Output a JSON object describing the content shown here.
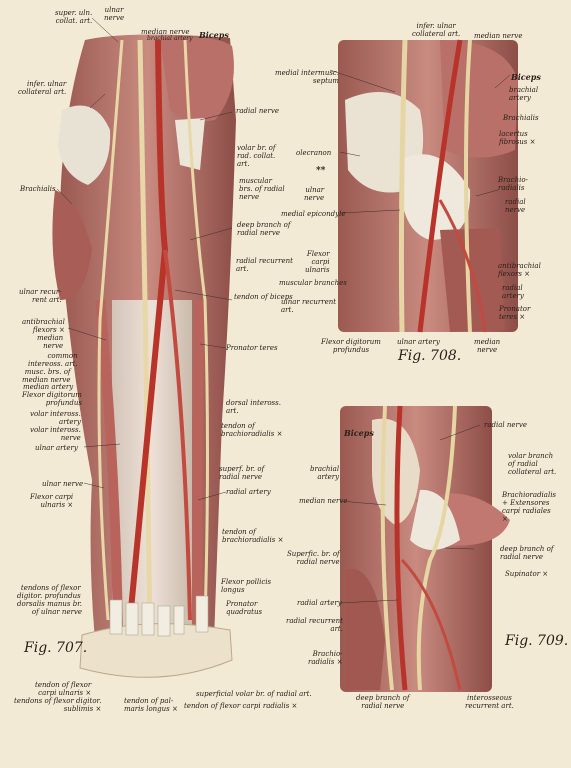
{
  "figures": [
    {
      "id": "707",
      "caption": "Fig. 707."
    },
    {
      "id": "708",
      "caption": "Fig. 708."
    },
    {
      "id": "709",
      "caption": "Fig. 709."
    }
  ],
  "fig707": {
    "labels": [
      "super. uln.\ncollat. art.",
      "ulnar\nnerve",
      "median nerve",
      "brachial artery",
      "Biceps",
      "infer. ulnar\ncollateral art.",
      "radial nerve",
      "volar br. of\nrad. collat.\nart.",
      "muscular\nbrs. of radial\nnerve",
      "Brachialis",
      "deep branch of\nradial nerve",
      "radial recurrent\nart.",
      "tendon of biceps",
      "ulnar recur-\nrent art.",
      "antibrachial\nflexors ×",
      "median\nnerve",
      "common\nintereoss. art.",
      "musc. brs. of\nmedian nerve",
      "median artery",
      "Flexor digitorum\nprofundus",
      "Pronator teres",
      "volar inteross.\nartery",
      "volar inteross.\nnerve",
      "ulnar artery",
      "dorsal inteross.\nart.",
      "tendon of\nbrachioradialis ×",
      "superf. br. of\nradial nerve",
      "ulnar nerve",
      "Flexor carpi\nulnaris ×",
      "radial artery",
      "tendon of\nbrachioradialis ×",
      "tendons of flexor\ndigitor. profundus",
      "dorsalis manus br.\nof ulnar nerve",
      "Flexor pollicis\nlongus",
      "Pronator\nquadratus",
      "tendon of flexor\ncarpi ulnaris ×",
      "tendons of flexor digitor.\nsublimis ×",
      "tendon of pal-\nmaris longus ×",
      "superficial volar br. of radial art.",
      "tendon of flexor carpi radialis ×"
    ]
  },
  "fig708": {
    "labels": [
      "infer. ulnar\ncollateral art.",
      "median nerve",
      "medial intermusc.\nseptum",
      "Biceps",
      "brachial\nartery",
      "Brachialis",
      "lacertus\nfibrosus ×",
      "olecranon",
      "**",
      "Brachio-\nradialis",
      "ulnar\nnerve",
      "radial\nnerve",
      "medial epicondyle",
      "Flexor\ncarpi\nulnaris",
      "antibrachial\nflexors ×",
      "muscular branches",
      "radial\nartery",
      "ulnar recurrent\nart.",
      "Pronator\nteres ×",
      "Flexor digitorum\nprofundus",
      "ulnar artery",
      "median\nnerve"
    ]
  },
  "fig709": {
    "labels": [
      "Biceps",
      "radial nerve",
      "brachial\nartery",
      "volar branch\nof radial\ncollateral art.",
      "median nerve",
      "Brachioradialis",
      "+ Extensores\ncarpi radiales\n×",
      "Superfic. br. of\nradial nerve",
      "deep branch of\nradial nerve",
      "Supinator ×",
      "radial artery",
      "radial recurrent\nart.",
      "Brachio-\nradialis ×",
      "deep branch of\nradial nerve",
      "interosseous\nrecurrent art."
    ]
  }
}
